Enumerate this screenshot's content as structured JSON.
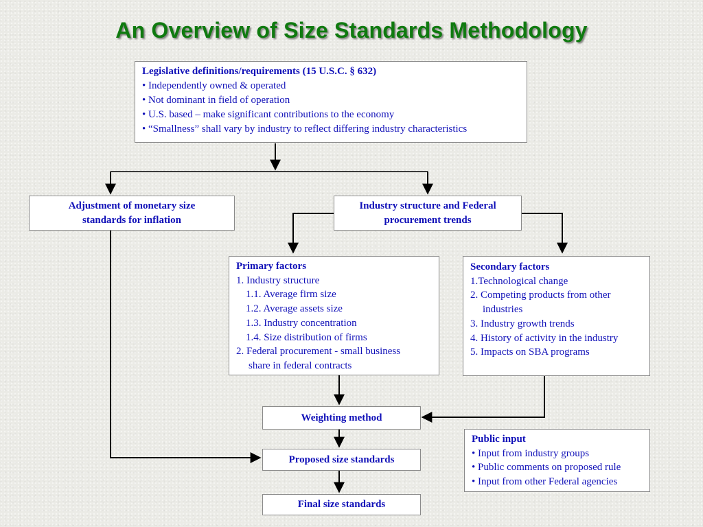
{
  "title": "An Overview of Size Standards Methodology",
  "legislative": {
    "heading": "Legislative definitions/requirements (15 U.S.C. § 632)",
    "items": [
      "•  Independently owned & operated",
      "•  Not dominant in field of operation",
      "•  U.S. based – make significant contributions to the economy",
      "•  “Smallness” shall vary by industry to reflect differing industry characteristics"
    ]
  },
  "adjustment": {
    "line1": "Adjustment of monetary size",
    "line2": "standards for inflation"
  },
  "industry": {
    "line1": "Industry structure and Federal",
    "line2": "procurement trends"
  },
  "primary": {
    "heading": "Primary factors",
    "items": [
      "1. Industry structure",
      "1.1. Average firm size",
      "1.2. Average assets size",
      "1.3. Industry concentration",
      "1.4. Size distribution of firms",
      "2. Federal procurement - small business",
      "share in federal contracts"
    ]
  },
  "secondary": {
    "heading": "Secondary factors",
    "items": [
      "1.Technological change",
      "2. Competing products from other",
      "industries",
      "3. Industry growth trends",
      "4. History of activity in the industry",
      "5. Impacts on SBA programs"
    ]
  },
  "weighting": {
    "label": "Weighting method"
  },
  "proposed": {
    "label": "Proposed size standards"
  },
  "final": {
    "label": "Final size standards"
  },
  "public_input": {
    "heading": "Public input",
    "items": [
      "• Input from industry groups",
      "• Public comments on proposed rule",
      "• Input from other Federal agencies"
    ]
  },
  "colors": {
    "title": "#0f7a0f",
    "box_text": "#1010b8",
    "box_border": "#8a8a8a",
    "arrow": "#000000"
  }
}
